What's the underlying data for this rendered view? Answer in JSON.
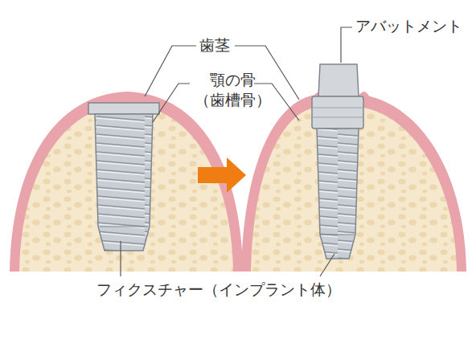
{
  "diagram": {
    "labels": [
      "歯茎",
      "顎の骨 （歯槽骨）",
      "アバットメント",
      "フィクスチャー（インプラント体）"
    ]
  }
}
